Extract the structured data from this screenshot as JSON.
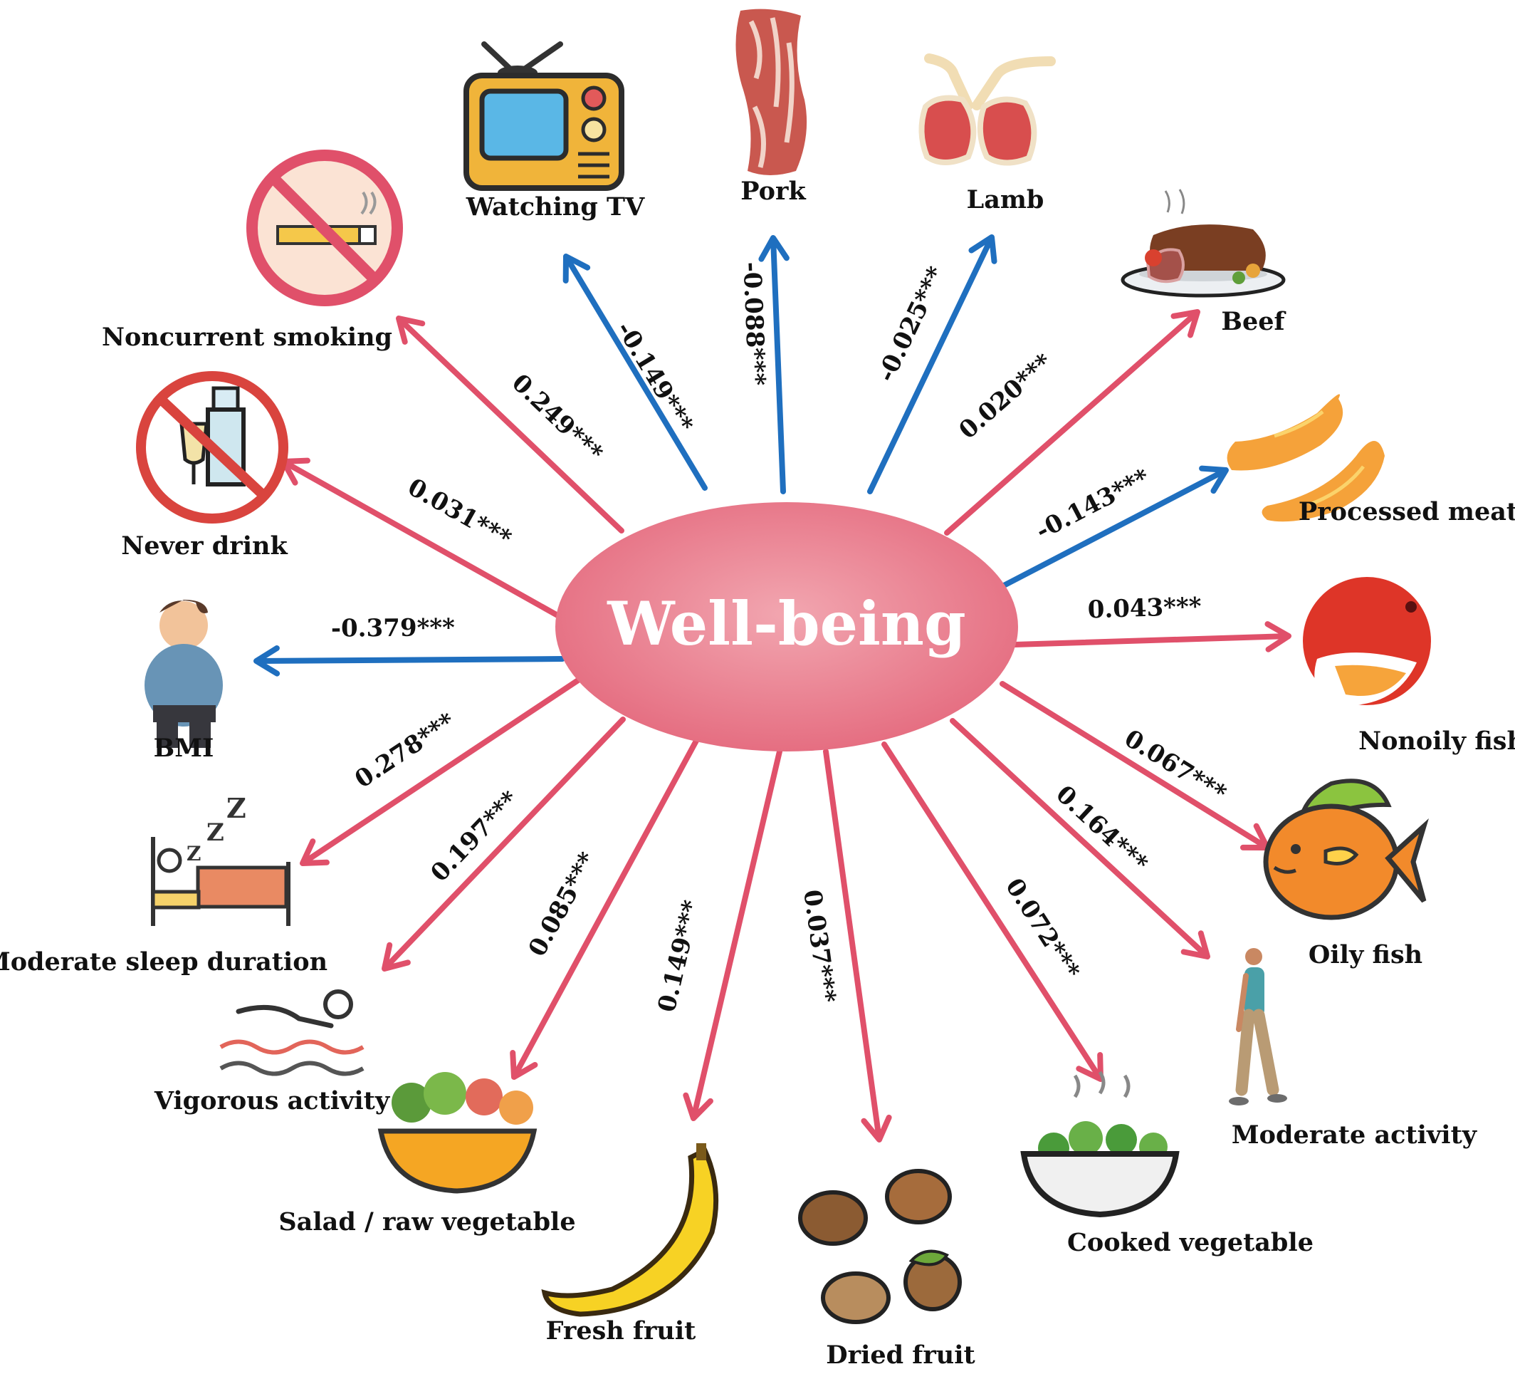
{
  "center": {
    "label": "Well-being"
  },
  "colors": {
    "positive": "#e0506a",
    "negative": "#1f6fbf",
    "ellipse": "#e67f8f"
  },
  "factors": [
    {
      "id": "watching-tv",
      "label": "Watching TV",
      "coef": "-0.149***",
      "sign": "negative",
      "icon": "tv-icon"
    },
    {
      "id": "pork",
      "label": "Pork",
      "coef": "-0.088***",
      "sign": "negative",
      "icon": "pork-icon"
    },
    {
      "id": "lamb",
      "label": "Lamb",
      "coef": "-0.025***",
      "sign": "negative",
      "icon": "lamb-chops-icon"
    },
    {
      "id": "beef",
      "label": "Beef",
      "coef": "0.020***",
      "sign": "positive",
      "icon": "roast-beef-icon"
    },
    {
      "id": "processed-meat",
      "label": "Processed meat",
      "coef": "-0.143***",
      "sign": "negative",
      "icon": "sausage-icon"
    },
    {
      "id": "nonoily-fish",
      "label": "Nonoily fish",
      "coef": "0.043***",
      "sign": "positive",
      "icon": "red-fish-icon"
    },
    {
      "id": "oily-fish",
      "label": "Oily fish",
      "coef": "0.067***",
      "sign": "positive",
      "icon": "orange-fish-icon"
    },
    {
      "id": "moderate-activity",
      "label": "Moderate activity",
      "coef": "0.164***",
      "sign": "positive",
      "icon": "walking-person-icon"
    },
    {
      "id": "cooked-vegetable",
      "label": "Cooked vegetable",
      "coef": "0.072***",
      "sign": "positive",
      "icon": "cooked-vegetable-bowl-icon"
    },
    {
      "id": "dried-fruit",
      "label": "Dried fruit",
      "coef": "0.037***",
      "sign": "positive",
      "icon": "nuts-icon"
    },
    {
      "id": "fresh-fruit",
      "label": "Fresh fruit",
      "coef": "0.149***",
      "sign": "positive",
      "icon": "banana-icon"
    },
    {
      "id": "salad",
      "label": "Salad / raw vegetable",
      "coef": "0.085***",
      "sign": "positive",
      "icon": "salad-bowl-icon"
    },
    {
      "id": "vigorous-activity",
      "label": "Vigorous activity",
      "coef": "0.197***",
      "sign": "positive",
      "icon": "swimmer-icon"
    },
    {
      "id": "sleep",
      "label": "Moderate sleep duration",
      "coef": "0.278***",
      "sign": "positive",
      "icon": "sleeping-bed-icon"
    },
    {
      "id": "bmi",
      "label": "BMI",
      "coef": "-0.379***",
      "sign": "negative",
      "icon": "overweight-person-icon"
    },
    {
      "id": "never-drink",
      "label": "Never drink",
      "coef": "0.031***",
      "sign": "positive",
      "icon": "no-alcohol-icon"
    },
    {
      "id": "noncurrent-smoking",
      "label": "Noncurrent smoking",
      "coef": "0.249***",
      "sign": "positive",
      "icon": "no-smoking-icon"
    }
  ]
}
